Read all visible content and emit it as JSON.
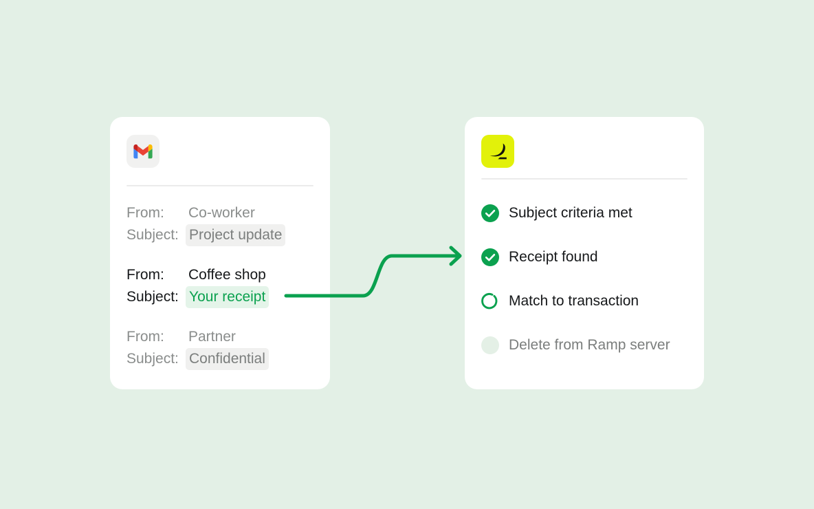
{
  "background_color": "#e3f0e6",
  "accent_green": "#0ba14f",
  "inbox_card": {
    "app_icon": "gmail-icon",
    "icon_tile_color": "#f1f1f0",
    "labels": {
      "from": "From:",
      "subject": "Subject:"
    },
    "emails": [
      {
        "state": "muted",
        "from": "Co-worker",
        "subject": "Project update"
      },
      {
        "state": "active",
        "from": "Coffee shop",
        "subject": "Your receipt"
      },
      {
        "state": "muted",
        "from": "Partner",
        "subject": "Confidential"
      }
    ]
  },
  "checklist_card": {
    "app_icon": "ramp-logo-icon",
    "icon_tile_color": "#e2f10a",
    "items": [
      {
        "state": "done",
        "icon": "check-circle-icon",
        "label": "Subject criteria met"
      },
      {
        "state": "done",
        "icon": "check-circle-icon",
        "label": "Receipt found"
      },
      {
        "state": "loading",
        "icon": "spinner-icon",
        "label": "Match to transaction"
      },
      {
        "state": "pending",
        "icon": "empty-circle-icon",
        "label": "Delete from Ramp server"
      }
    ]
  },
  "connector": {
    "icon": "curved-arrow-icon",
    "color": "#0ba14f",
    "direction": "left-to-right"
  }
}
